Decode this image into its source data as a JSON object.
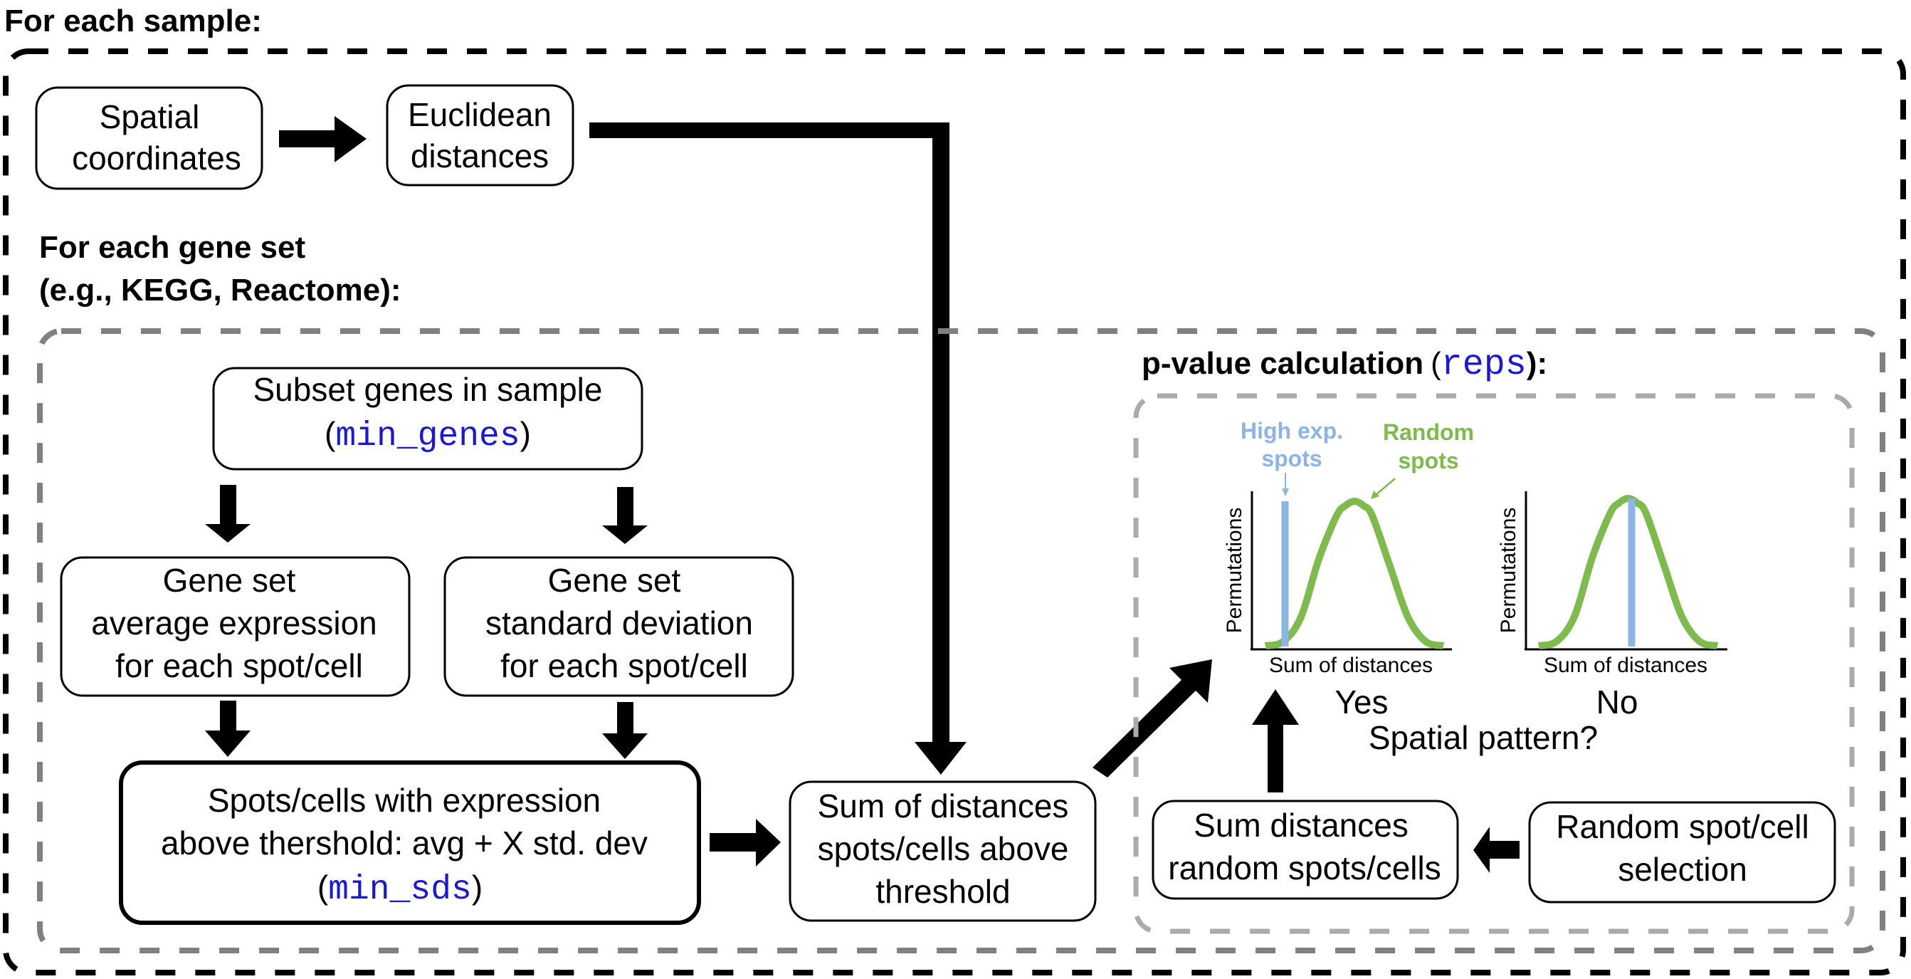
{
  "labels": {
    "for_each_sample": "For each sample:",
    "for_each_gene_set_line1": "For each gene set",
    "for_each_gene_set_line2": "(e.g., KEGG, Reactome):",
    "pvalue_title": "p-value calculation",
    "pvalue_param_open": "(",
    "pvalue_param": "reps",
    "pvalue_param_close": "):"
  },
  "boxes": {
    "spatial_coordinates": [
      "Spatial",
      "coordinates"
    ],
    "euclidean_distances": [
      "Euclidean",
      "distances"
    ],
    "subset_genes": {
      "line1": "Subset genes in sample",
      "open": "(",
      "param": "min_genes",
      "close": ")"
    },
    "gene_set_average": [
      "Gene set",
      "average expression",
      "for each spot/cell"
    ],
    "gene_set_sd": [
      "Gene set",
      "standard deviation",
      "for each spot/cell"
    ],
    "spots_above_threshold": {
      "line1": "Spots/cells with expression",
      "line2": "above thershold: avg + X std. dev",
      "open": "(",
      "param": "min_sds",
      "close": ")"
    },
    "sum_of_distances": [
      "Sum of distances",
      "spots/cells above",
      "threshold"
    ],
    "sum_distances_random": [
      "Sum distances",
      "random spots/cells"
    ],
    "random_selection": [
      "Random spot/cell",
      "selection"
    ]
  },
  "chart_data": [
    {
      "type": "line",
      "title": "",
      "xlabel": "Sum of distances",
      "ylabel": "Permutations",
      "outcome_label": "Yes",
      "annotations": [
        {
          "text": [
            "High exp.",
            "spots"
          ],
          "color": "#8eb4e3"
        },
        {
          "text": [
            "Random",
            "spots"
          ],
          "color": "#7fba4f"
        }
      ],
      "series": [
        {
          "name": "Random spots",
          "color": "#7fba4f",
          "x": [
            0,
            0.1,
            0.2,
            0.3,
            0.4,
            0.45,
            0.5,
            0.55,
            0.6,
            0.7,
            0.8,
            0.9,
            1.0
          ],
          "y": [
            0,
            0.03,
            0.2,
            0.6,
            0.9,
            0.97,
            1.0,
            0.97,
            0.9,
            0.55,
            0.2,
            0.03,
            0
          ]
        },
        {
          "name": "High exp. spots",
          "color": "#8eb4e3",
          "vline_x": 0.11
        }
      ]
    },
    {
      "type": "line",
      "title": "",
      "xlabel": "Sum of distances",
      "ylabel": "Permutations",
      "outcome_label": "No",
      "series": [
        {
          "name": "Random spots",
          "color": "#7fba4f",
          "x": [
            0,
            0.1,
            0.2,
            0.3,
            0.4,
            0.45,
            0.5,
            0.55,
            0.6,
            0.7,
            0.8,
            0.9,
            1.0
          ],
          "y": [
            0,
            0.03,
            0.2,
            0.6,
            0.9,
            0.97,
            1.0,
            0.97,
            0.9,
            0.55,
            0.2,
            0.03,
            0
          ]
        },
        {
          "name": "High exp. spots",
          "color": "#8eb4e3",
          "vline_x": 0.52
        }
      ]
    }
  ],
  "question": "Spatial pattern?",
  "colors": {
    "code": "#1a1acc",
    "high_exp": "#8eb4e3",
    "random": "#7fba4f",
    "outer_border": "#000000",
    "gene_set_border": "#808083",
    "pvalue_border": "#aaaaad"
  }
}
